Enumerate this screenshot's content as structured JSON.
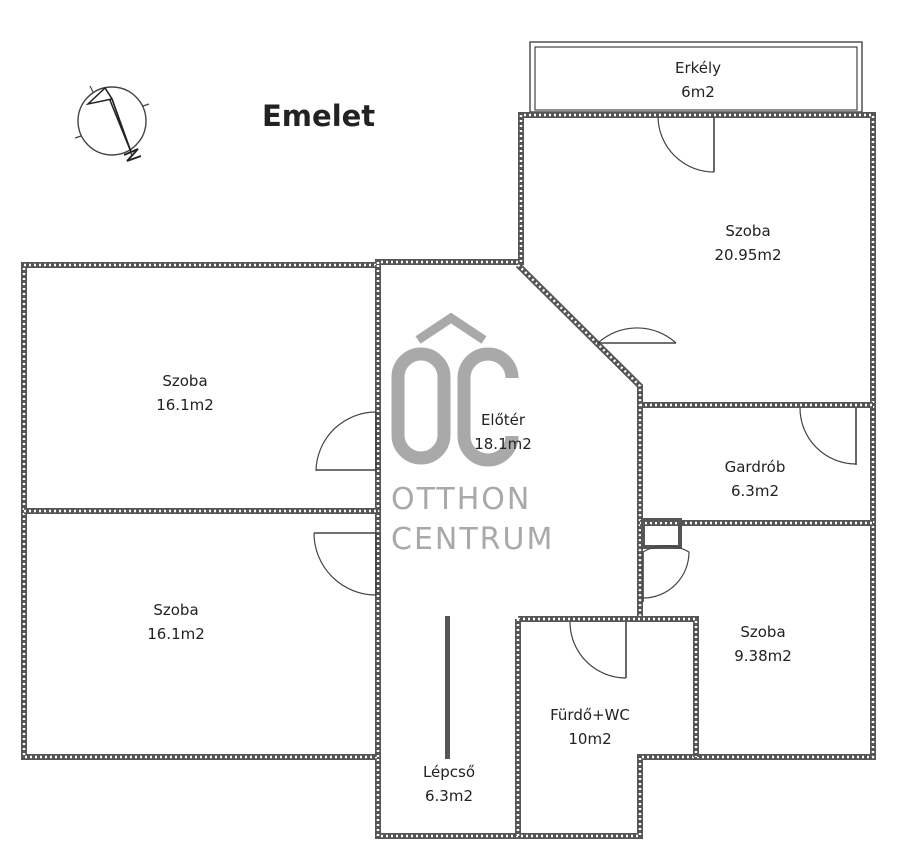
{
  "title": "Emelet",
  "rooms": {
    "erkely": {
      "name": "Erkély",
      "area": "6m2"
    },
    "szoba_ne": {
      "name": "Szoba",
      "area": "20.95m2"
    },
    "szoba_w1": {
      "name": "Szoba",
      "area": "16.1m2"
    },
    "szoba_w2": {
      "name": "Szoba",
      "area": "16.1m2"
    },
    "eloter": {
      "name": "Előtér",
      "area": "18.1m2"
    },
    "gardrob": {
      "name": "Gardrób",
      "area": "6.3m2"
    },
    "szoba_se": {
      "name": "Szoba",
      "area": "9.38m2"
    },
    "furdo": {
      "name": "Fürdő+WC",
      "area": "10m2"
    },
    "lepcso": {
      "name": "Lépcső",
      "area": "6.3m2"
    }
  },
  "watermark": {
    "logo": "ÔC",
    "line1": "OTTHON",
    "line2": "CENTRUM",
    "color": "#a9a9a9"
  },
  "compass": {
    "icon": "north-arrow-icon",
    "letter": "N"
  },
  "colors": {
    "wall": "#555555",
    "text": "#222222"
  }
}
